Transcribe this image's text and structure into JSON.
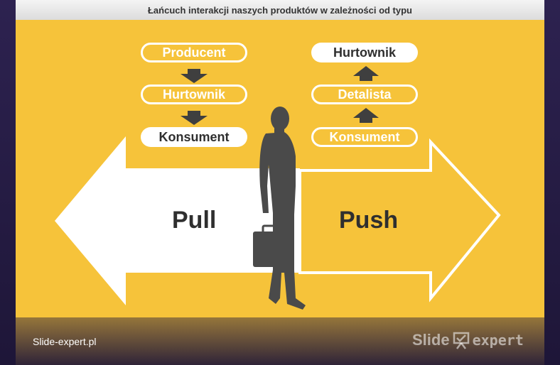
{
  "slide": {
    "title": "Łańcuch interakcji naszych produktów w zależności od typu"
  },
  "pull": {
    "label": "Pull",
    "chain": [
      "Producent",
      "Hurtownik",
      "Konsument"
    ]
  },
  "push": {
    "label": "Push",
    "chain_top_to_bottom": [
      "Hurtownik",
      "Detalista",
      "Konsument"
    ]
  },
  "footer": {
    "site": "Slide-expert.pl",
    "logo_part1": "Slide",
    "logo_part2": "expert"
  },
  "colors": {
    "background": "#f6c33a",
    "arrow": "#ffffff",
    "silhouette": "#4a4a4a",
    "text_dark": "#2f2f2f"
  },
  "icons": {
    "person": "businessman-silhouette-icon",
    "logo": "presentation-board-icon"
  }
}
